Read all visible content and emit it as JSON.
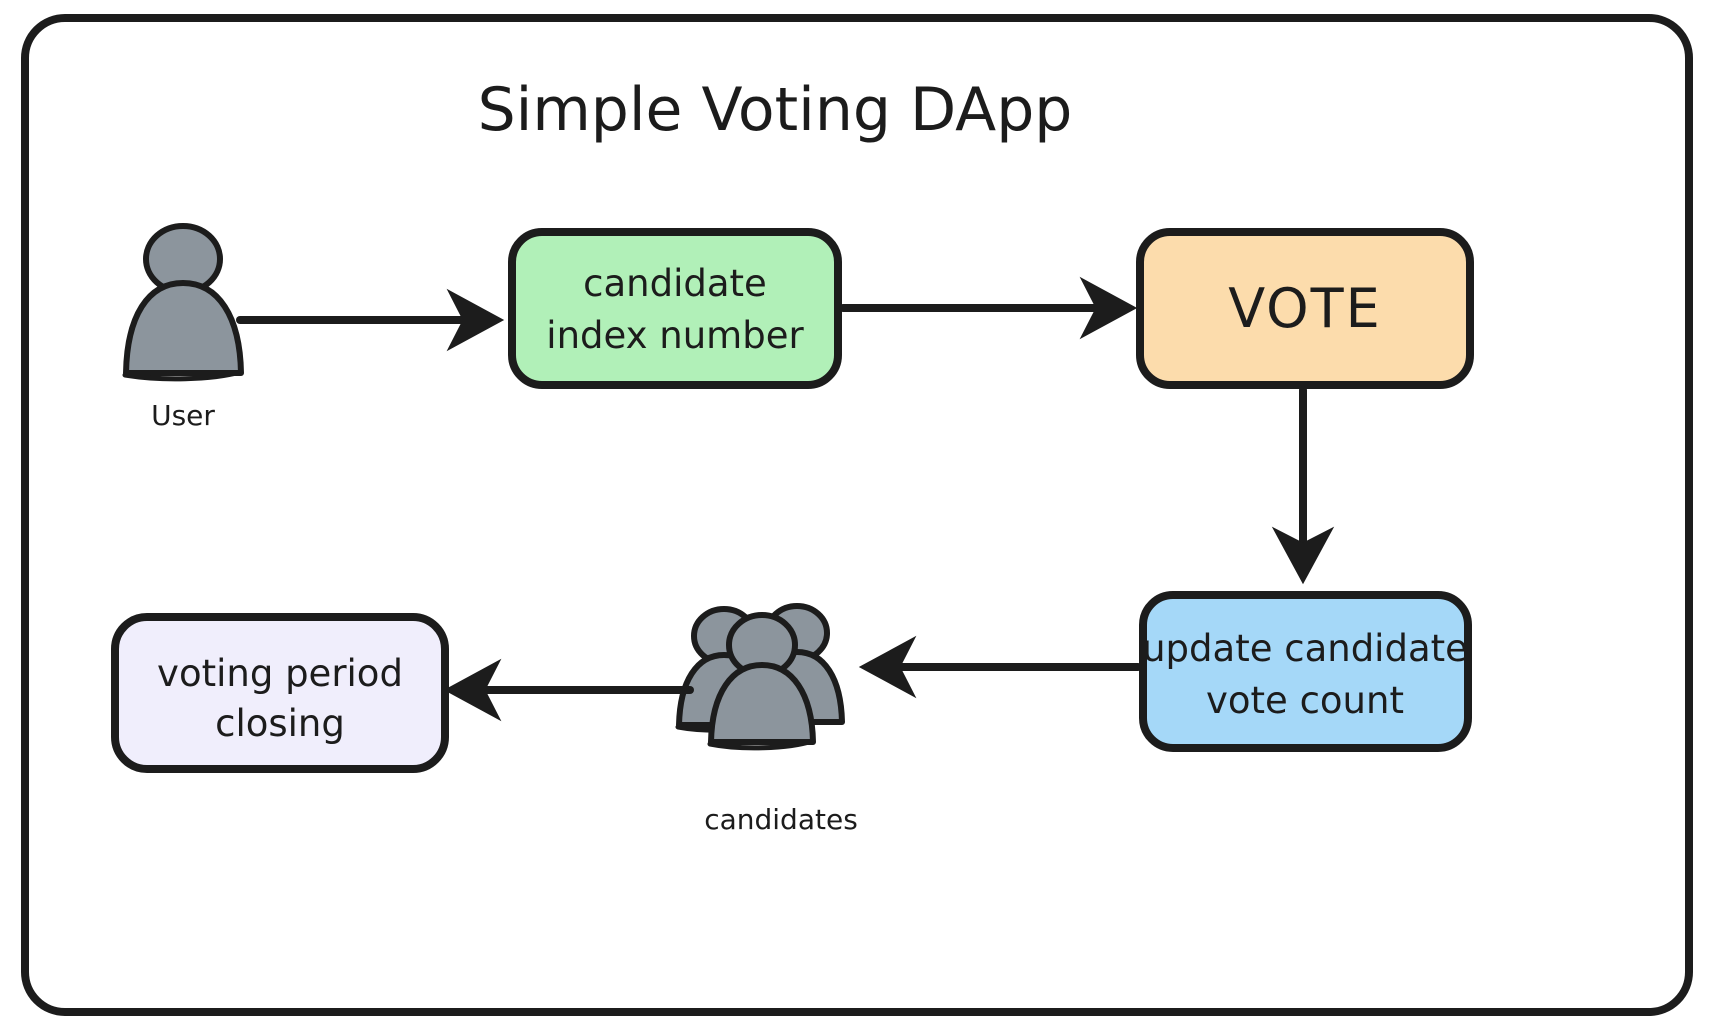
{
  "diagram": {
    "title": "Simple Voting DApp",
    "frame": {
      "border_color": "#1c1c1c",
      "background": "#ffffff"
    },
    "nodes": [
      {
        "id": "user",
        "type": "actor-icon",
        "icon": "user-icon",
        "caption": "User",
        "fill": "#8c959d",
        "stroke": "#1c1c1c"
      },
      {
        "id": "candidate-index",
        "type": "process-box",
        "label_line1": "candidate",
        "label_line2": "index number",
        "fill": "#b1f0b8",
        "stroke": "#1c1c1c"
      },
      {
        "id": "vote",
        "type": "process-box",
        "label": "VOTE",
        "fill": "#fcdcac",
        "stroke": "#1c1c1c"
      },
      {
        "id": "update-count",
        "type": "process-box",
        "label_line1": "update candidate",
        "label_line2": "vote count",
        "fill": "#a5d8f8",
        "stroke": "#1c1c1c"
      },
      {
        "id": "candidates",
        "type": "actor-icon",
        "icon": "users-group-icon",
        "caption": "candidates",
        "fill": "#8c959d",
        "stroke": "#1c1c1c"
      },
      {
        "id": "voting-period-closing",
        "type": "process-box",
        "label_line1": "voting period",
        "label_line2": "closing",
        "fill": "#f0eefc",
        "stroke": "#1c1c1c"
      }
    ],
    "edges": [
      {
        "id": "e1",
        "from": "user",
        "to": "candidate-index",
        "direction": "right"
      },
      {
        "id": "e2",
        "from": "candidate-index",
        "to": "vote",
        "direction": "right"
      },
      {
        "id": "e3",
        "from": "vote",
        "to": "update-count",
        "direction": "down"
      },
      {
        "id": "e4",
        "from": "update-count",
        "to": "candidates",
        "direction": "left"
      },
      {
        "id": "e5",
        "from": "candidates",
        "to": "voting-period-closing",
        "direction": "left"
      }
    ]
  }
}
